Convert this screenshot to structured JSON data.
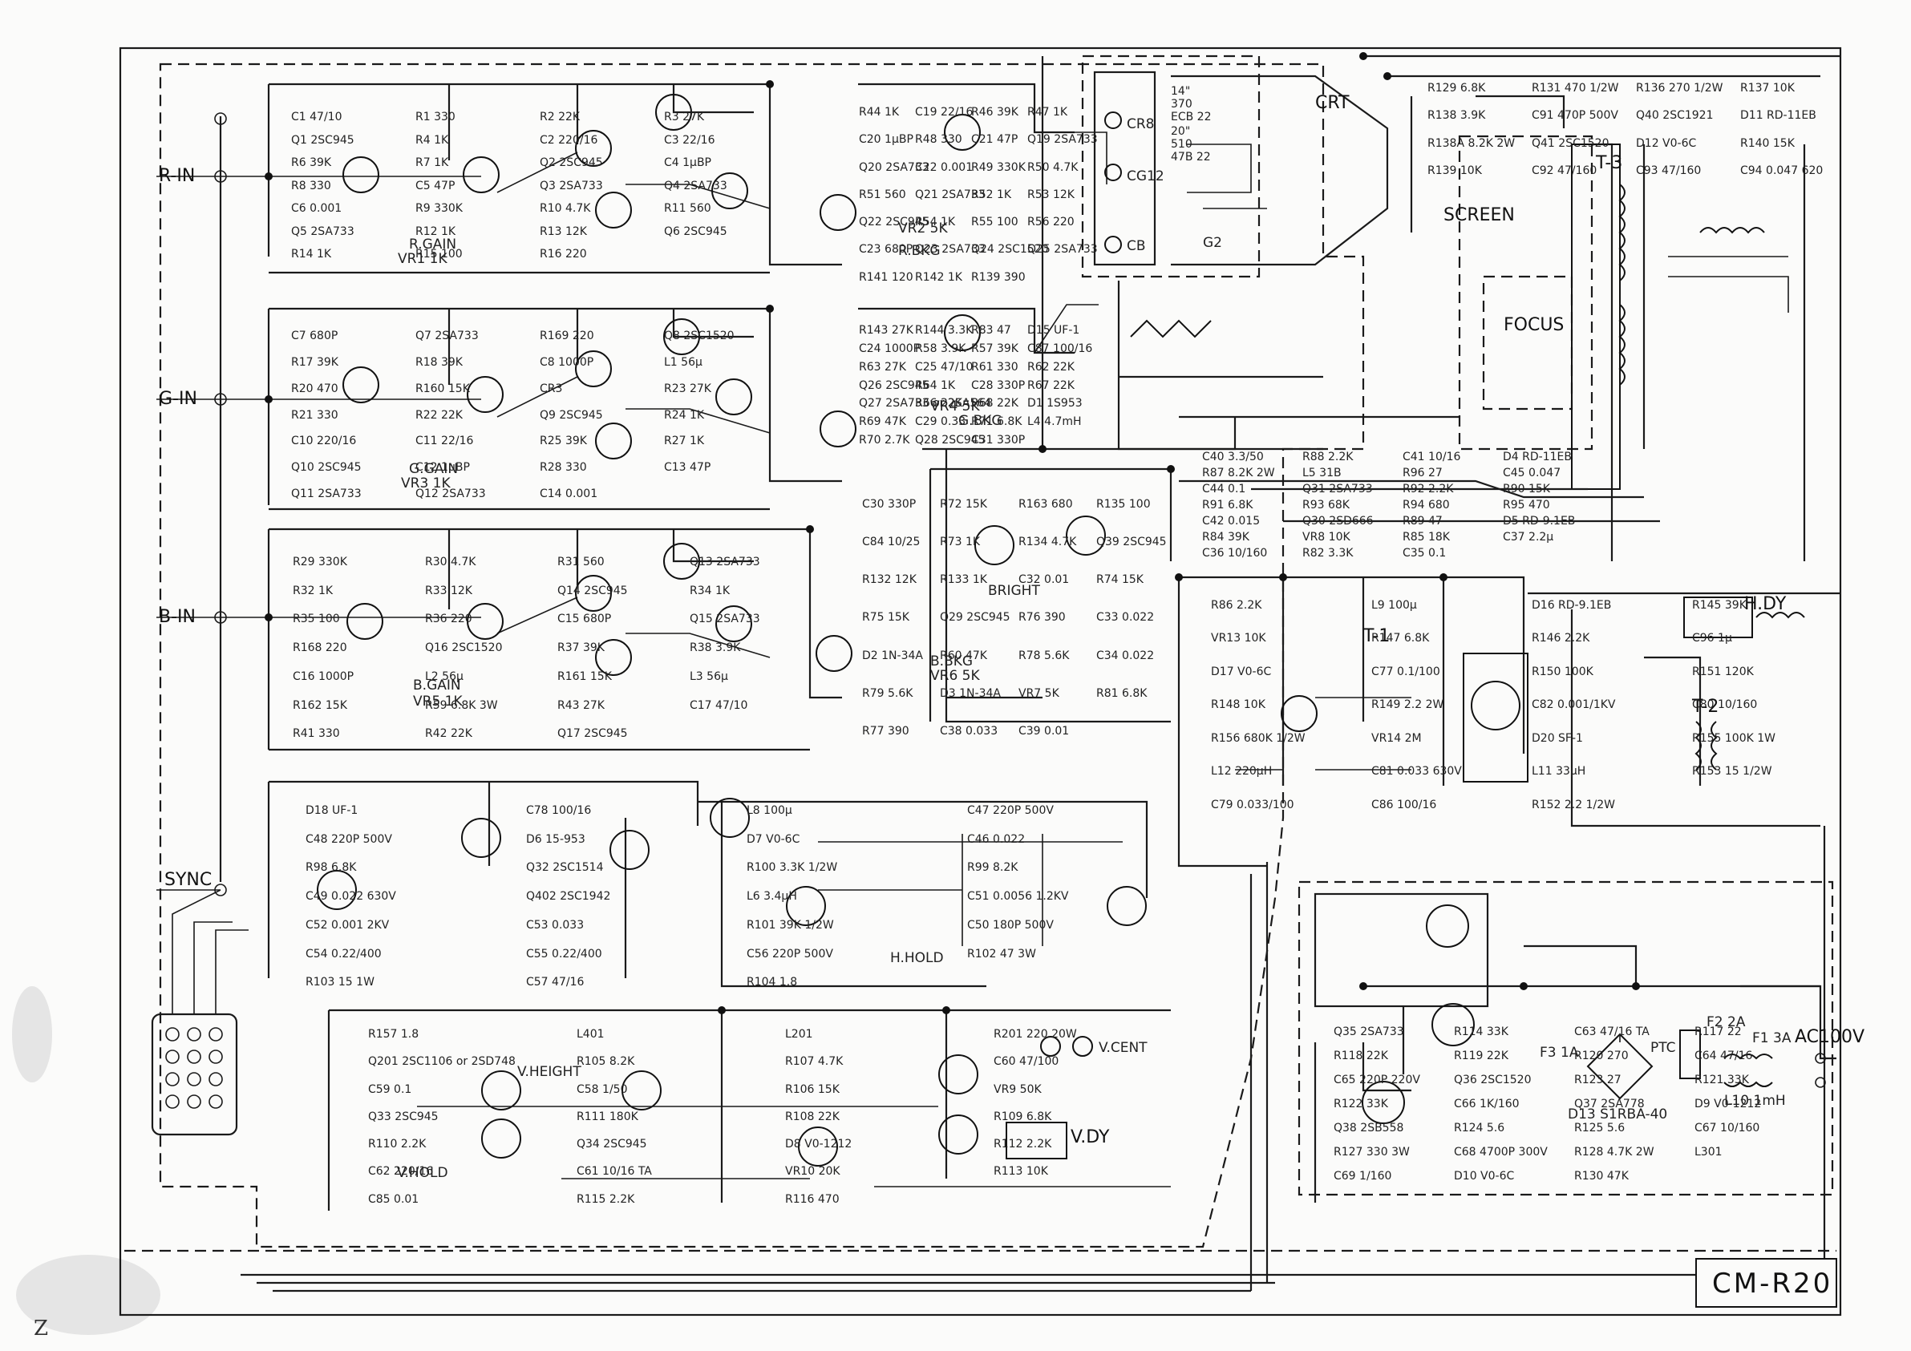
{
  "model": "CM-R20",
  "corner_mark": "Z",
  "inputs": [
    "R-IN",
    "G-IN",
    "B-IN",
    "SYNC"
  ],
  "sections": {
    "red": {
      "gain": "R.GAIN",
      "bias": "R.BKG",
      "gain_pot": "VR1 1K",
      "bias_pot": "VR2 5K"
    },
    "green": {
      "gain": "G.GAIN",
      "bias": "G.BKG",
      "gain_pot": "VR3 1K",
      "bias_pot": "VR4 5K"
    },
    "blue": {
      "gain": "B.GAIN",
      "bias": "B.BKG",
      "gain_pot": "VR5 1K",
      "bias_pot": "VR6 5K"
    },
    "bright": "BRIGHT",
    "h_hold": "H.HOLD",
    "v_height": "V.HEIGHT",
    "v_hold": "V.HOLD",
    "v_cent": "V.CENT",
    "focus": "FOCUS",
    "screen": "SCREEN"
  },
  "crt": {
    "label": "CRT",
    "pins": [
      "CR8",
      "CG12",
      "CB"
    ],
    "grid": "G2",
    "note_lines": [
      "14\"",
      "370",
      "ECB 22",
      "20\"",
      "510",
      "47B 22"
    ]
  },
  "transformers": [
    "T-3",
    "T-1",
    "T-2"
  ],
  "yokes": [
    "H.DY",
    "V.DY"
  ],
  "power": {
    "label": "AC100V",
    "ptc": "PTC",
    "fuse_main": "F1 3A",
    "fuse_2": "F2 2A",
    "fuse_3": "F3 1A",
    "bridge": "D13 S1RBA-40",
    "line_filter": "L10 1mH"
  },
  "components": [
    {
      "ref": "C1",
      "value": "47/10"
    },
    {
      "ref": "R1",
      "value": "330"
    },
    {
      "ref": "R2",
      "value": "22K"
    },
    {
      "ref": "R3",
      "value": "27K"
    },
    {
      "ref": "Q1",
      "value": "2SC945"
    },
    {
      "ref": "R4",
      "value": "1K"
    },
    {
      "ref": "C2",
      "value": "220/16"
    },
    {
      "ref": "C3",
      "value": "22/16"
    },
    {
      "ref": "R6",
      "value": "39K"
    },
    {
      "ref": "R7",
      "value": "1K"
    },
    {
      "ref": "Q2",
      "value": "2SC945"
    },
    {
      "ref": "C4",
      "value": "1μBP"
    },
    {
      "ref": "R8",
      "value": "330"
    },
    {
      "ref": "C5",
      "value": "47P"
    },
    {
      "ref": "Q3",
      "value": "2SA733"
    },
    {
      "ref": "Q4",
      "value": "2SA733"
    },
    {
      "ref": "C6",
      "value": "0.001"
    },
    {
      "ref": "R9",
      "value": "330K"
    },
    {
      "ref": "R10",
      "value": "4.7K"
    },
    {
      "ref": "R11",
      "value": "560"
    },
    {
      "ref": "Q5",
      "value": "2SA733"
    },
    {
      "ref": "R12",
      "value": "1K"
    },
    {
      "ref": "R13",
      "value": "12K"
    },
    {
      "ref": "Q6",
      "value": "2SC945"
    },
    {
      "ref": "R14",
      "value": "1K"
    },
    {
      "ref": "R15",
      "value": "100"
    },
    {
      "ref": "R16",
      "value": "220"
    },
    {
      "ref": "C7",
      "value": "680P"
    },
    {
      "ref": "Q7",
      "value": "2SA733"
    },
    {
      "ref": "R169",
      "value": "220"
    },
    {
      "ref": "Q8",
      "value": "2SC1520"
    },
    {
      "ref": "R17",
      "value": "39K"
    },
    {
      "ref": "R18",
      "value": "39K"
    },
    {
      "ref": "C8",
      "value": "1000P"
    },
    {
      "ref": "L1",
      "value": "56μ"
    },
    {
      "ref": "R20",
      "value": "470"
    },
    {
      "ref": "R160",
      "value": "15K"
    },
    {
      "ref": "CR3",
      "value": ""
    },
    {
      "ref": "R23",
      "value": "27K"
    },
    {
      "ref": "R21",
      "value": "330"
    },
    {
      "ref": "R22",
      "value": "22K"
    },
    {
      "ref": "Q9",
      "value": "2SC945"
    },
    {
      "ref": "R24",
      "value": "1K"
    },
    {
      "ref": "C10",
      "value": "220/16"
    },
    {
      "ref": "C11",
      "value": "22/16"
    },
    {
      "ref": "R25",
      "value": "39K"
    },
    {
      "ref": "R27",
      "value": "1K"
    },
    {
      "ref": "Q10",
      "value": "2SC945"
    },
    {
      "ref": "C12",
      "value": "1μBP"
    },
    {
      "ref": "R28",
      "value": "330"
    },
    {
      "ref": "C13",
      "value": "47P"
    },
    {
      "ref": "Q11",
      "value": "2SA733"
    },
    {
      "ref": "Q12",
      "value": "2SA733"
    },
    {
      "ref": "C14",
      "value": "0.001"
    },
    {
      "ref": "R29",
      "value": "330K"
    },
    {
      "ref": "R30",
      "value": "4.7K"
    },
    {
      "ref": "R31",
      "value": "560"
    },
    {
      "ref": "Q13",
      "value": "2SA733"
    },
    {
      "ref": "R32",
      "value": "1K"
    },
    {
      "ref": "R33",
      "value": "12K"
    },
    {
      "ref": "Q14",
      "value": "2SC945"
    },
    {
      "ref": "R34",
      "value": "1K"
    },
    {
      "ref": "R35",
      "value": "100"
    },
    {
      "ref": "R36",
      "value": "220"
    },
    {
      "ref": "C15",
      "value": "680P"
    },
    {
      "ref": "Q15",
      "value": "2SA733"
    },
    {
      "ref": "R168",
      "value": "220"
    },
    {
      "ref": "Q16",
      "value": "2SC1520"
    },
    {
      "ref": "R37",
      "value": "39K"
    },
    {
      "ref": "R38",
      "value": "3.9K"
    },
    {
      "ref": "C16",
      "value": "1000P"
    },
    {
      "ref": "L2",
      "value": "56μ"
    },
    {
      "ref": "R161",
      "value": "15K"
    },
    {
      "ref": "L3",
      "value": "56μ"
    },
    {
      "ref": "R162",
      "value": "15K"
    },
    {
      "ref": "R59",
      "value": "6.8K 3W"
    },
    {
      "ref": "R43",
      "value": "27K"
    },
    {
      "ref": "C17",
      "value": "47/10"
    },
    {
      "ref": "R41",
      "value": "330"
    },
    {
      "ref": "R42",
      "value": "22K"
    },
    {
      "ref": "Q17",
      "value": "2SC945"
    },
    {
      "ref": "R44",
      "value": "1K"
    },
    {
      "ref": "C19",
      "value": "22/16"
    },
    {
      "ref": "R46",
      "value": "39K"
    },
    {
      "ref": "R47",
      "value": "1K"
    },
    {
      "ref": "C20",
      "value": "1μBP"
    },
    {
      "ref": "R48",
      "value": "330"
    },
    {
      "ref": "C21",
      "value": "47P"
    },
    {
      "ref": "Q19",
      "value": "2SA733"
    },
    {
      "ref": "Q20",
      "value": "2SA733"
    },
    {
      "ref": "C22",
      "value": "0.001"
    },
    {
      "ref": "R49",
      "value": "330K"
    },
    {
      "ref": "R50",
      "value": "4.7K"
    },
    {
      "ref": "R51",
      "value": "560"
    },
    {
      "ref": "Q21",
      "value": "2SA733"
    },
    {
      "ref": "R52",
      "value": "1K"
    },
    {
      "ref": "R53",
      "value": "12K"
    },
    {
      "ref": "Q22",
      "value": "2SC945"
    },
    {
      "ref": "R54",
      "value": "1K"
    },
    {
      "ref": "R55",
      "value": "100"
    },
    {
      "ref": "R56",
      "value": "220"
    },
    {
      "ref": "C23",
      "value": "680P"
    },
    {
      "ref": "Q23",
      "value": "2SA733"
    },
    {
      "ref": "Q24",
      "value": "2SC1520"
    },
    {
      "ref": "Q25",
      "value": "2SA733"
    },
    {
      "ref": "R141",
      "value": "120"
    },
    {
      "ref": "R142",
      "value": "1K"
    },
    {
      "ref": "R139",
      "value": "390"
    },
    {
      "ref": "R143",
      "value": "27K"
    },
    {
      "ref": "R144",
      "value": "3.3K"
    },
    {
      "ref": "R83",
      "value": "47"
    },
    {
      "ref": "D15",
      "value": "UF-1"
    },
    {
      "ref": "C24",
      "value": "1000P"
    },
    {
      "ref": "R58",
      "value": "3.9K"
    },
    {
      "ref": "R57",
      "value": "39K"
    },
    {
      "ref": "C87",
      "value": "100/16"
    },
    {
      "ref": "R63",
      "value": "27K"
    },
    {
      "ref": "C25",
      "value": "47/10"
    },
    {
      "ref": "R61",
      "value": "330"
    },
    {
      "ref": "R62",
      "value": "22K"
    },
    {
      "ref": "Q26",
      "value": "2SC945"
    },
    {
      "ref": "R64",
      "value": "1K"
    },
    {
      "ref": "C28",
      "value": "330P"
    },
    {
      "ref": "R67",
      "value": "22K"
    },
    {
      "ref": "Q27",
      "value": "2SA733 or 2SA564"
    },
    {
      "ref": "R66",
      "value": "22K"
    },
    {
      "ref": "R68",
      "value": "22K"
    },
    {
      "ref": "D1",
      "value": "1S953"
    },
    {
      "ref": "R69",
      "value": "47K"
    },
    {
      "ref": "C29",
      "value": "0.33"
    },
    {
      "ref": "R71",
      "value": "6.8K"
    },
    {
      "ref": "L4",
      "value": "4.7mH"
    },
    {
      "ref": "R70",
      "value": "2.7K"
    },
    {
      "ref": "Q28",
      "value": "2SC945"
    },
    {
      "ref": "C31",
      "value": "330P"
    },
    {
      "ref": "C30",
      "value": "330P"
    },
    {
      "ref": "R72",
      "value": "15K"
    },
    {
      "ref": "R163",
      "value": "680"
    },
    {
      "ref": "R135",
      "value": "100"
    },
    {
      "ref": "C84",
      "value": "10/25"
    },
    {
      "ref": "R73",
      "value": "1K"
    },
    {
      "ref": "R134",
      "value": "4.7K"
    },
    {
      "ref": "Q39",
      "value": "2SC945"
    },
    {
      "ref": "R132",
      "value": "12K"
    },
    {
      "ref": "R133",
      "value": "1K"
    },
    {
      "ref": "C32",
      "value": "0.01"
    },
    {
      "ref": "R74",
      "value": "15K"
    },
    {
      "ref": "R75",
      "value": "15K"
    },
    {
      "ref": "Q29",
      "value": "2SC945"
    },
    {
      "ref": "R76",
      "value": "390"
    },
    {
      "ref": "C33",
      "value": "0.022"
    },
    {
      "ref": "D2",
      "value": "1N-34A"
    },
    {
      "ref": "R60",
      "value": "47K"
    },
    {
      "ref": "R78",
      "value": "5.6K"
    },
    {
      "ref": "C34",
      "value": "0.022"
    },
    {
      "ref": "R79",
      "value": "5.6K"
    },
    {
      "ref": "D3",
      "value": "1N-34A"
    },
    {
      "ref": "VR7",
      "value": "5K"
    },
    {
      "ref": "R81",
      "value": "6.8K"
    },
    {
      "ref": "R77",
      "value": "390"
    },
    {
      "ref": "C38",
      "value": "0.033"
    },
    {
      "ref": "C39",
      "value": "0.01"
    },
    {
      "ref": "C40",
      "value": "3.3/50"
    },
    {
      "ref": "R88",
      "value": "2.2K"
    },
    {
      "ref": "C41",
      "value": "10/16"
    },
    {
      "ref": "D4",
      "value": "RD-11EB"
    },
    {
      "ref": "R87",
      "value": "8.2K 2W"
    },
    {
      "ref": "L5",
      "value": "31B"
    },
    {
      "ref": "R96",
      "value": "27"
    },
    {
      "ref": "C45",
      "value": "0.047"
    },
    {
      "ref": "C44",
      "value": "0.1"
    },
    {
      "ref": "Q31",
      "value": "2SA733"
    },
    {
      "ref": "R92",
      "value": "2.2K"
    },
    {
      "ref": "R90",
      "value": "15K"
    },
    {
      "ref": "R91",
      "value": "6.8K"
    },
    {
      "ref": "R93",
      "value": "68K"
    },
    {
      "ref": "R94",
      "value": "680"
    },
    {
      "ref": "R95",
      "value": "470"
    },
    {
      "ref": "C42",
      "value": "0.015"
    },
    {
      "ref": "Q30",
      "value": "2SD666"
    },
    {
      "ref": "R89",
      "value": "47"
    },
    {
      "ref": "D5",
      "value": "RD-9.1EB"
    },
    {
      "ref": "R84",
      "value": "39K"
    },
    {
      "ref": "VR8",
      "value": "10K"
    },
    {
      "ref": "R85",
      "value": "18K"
    },
    {
      "ref": "C37",
      "value": "2.2μ"
    },
    {
      "ref": "C36",
      "value": "10/160"
    },
    {
      "ref": "R82",
      "value": "3.3K"
    },
    {
      "ref": "C35",
      "value": "0.1"
    },
    {
      "ref": "R86",
      "value": "2.2K"
    },
    {
      "ref": "L9",
      "value": "100μ"
    },
    {
      "ref": "D16",
      "value": "RD-9.1EB"
    },
    {
      "ref": "R145",
      "value": "39K"
    },
    {
      "ref": "VR13",
      "value": "10K"
    },
    {
      "ref": "R147",
      "value": "6.8K"
    },
    {
      "ref": "R146",
      "value": "2.2K"
    },
    {
      "ref": "C96",
      "value": "1μ"
    },
    {
      "ref": "D17",
      "value": "V0-6C"
    },
    {
      "ref": "C77",
      "value": "0.1/100"
    },
    {
      "ref": "R150",
      "value": "100K"
    },
    {
      "ref": "R151",
      "value": "120K"
    },
    {
      "ref": "R148",
      "value": "10K"
    },
    {
      "ref": "R149",
      "value": "2.2 2W"
    },
    {
      "ref": "C82",
      "value": "0.001/1KV"
    },
    {
      "ref": "C80",
      "value": "10/160"
    },
    {
      "ref": "R156",
      "value": "680K 1/2W"
    },
    {
      "ref": "VR14",
      "value": "2M"
    },
    {
      "ref": "D20",
      "value": "SF-1"
    },
    {
      "ref": "R155",
      "value": "100K 1W"
    },
    {
      "ref": "L12",
      "value": "220μH"
    },
    {
      "ref": "C81",
      "value": "0.033 630V"
    },
    {
      "ref": "L11",
      "value": "33μH"
    },
    {
      "ref": "R153",
      "value": "15 1/2W"
    },
    {
      "ref": "C79",
      "value": "0.033/100"
    },
    {
      "ref": "C86",
      "value": "100/16"
    },
    {
      "ref": "R152",
      "value": "2.2 1/2W"
    },
    {
      "ref": "D18",
      "value": "UF-1"
    },
    {
      "ref": "C78",
      "value": "100/16"
    },
    {
      "ref": "L8",
      "value": "100μ"
    },
    {
      "ref": "C47",
      "value": "220P 500V"
    },
    {
      "ref": "C48",
      "value": "220P 500V"
    },
    {
      "ref": "D6",
      "value": "15-953"
    },
    {
      "ref": "D7",
      "value": "V0-6C"
    },
    {
      "ref": "C46",
      "value": "0.022"
    },
    {
      "ref": "R98",
      "value": "6.8K"
    },
    {
      "ref": "Q32",
      "value": "2SC1514"
    },
    {
      "ref": "R100",
      "value": "3.3K 1/2W"
    },
    {
      "ref": "R99",
      "value": "8.2K"
    },
    {
      "ref": "C49",
      "value": "0.022 630V"
    },
    {
      "ref": "Q402",
      "value": "2SC1942"
    },
    {
      "ref": "L6",
      "value": "3.4μH"
    },
    {
      "ref": "C51",
      "value": "0.0056 1.2KV"
    },
    {
      "ref": "C52",
      "value": "0.001 2KV"
    },
    {
      "ref": "C53",
      "value": "0.033"
    },
    {
      "ref": "R101",
      "value": "39K 1/2W"
    },
    {
      "ref": "C50",
      "value": "180P 500V"
    },
    {
      "ref": "C54",
      "value": "0.22/400"
    },
    {
      "ref": "C55",
      "value": "0.22/400"
    },
    {
      "ref": "C56",
      "value": "220P 500V"
    },
    {
      "ref": "R102",
      "value": "47 3W"
    },
    {
      "ref": "R103",
      "value": "15 1W"
    },
    {
      "ref": "C57",
      "value": "47/16"
    },
    {
      "ref": "R104",
      "value": "1.8"
    },
    {
      "ref": "R157",
      "value": "1.8"
    },
    {
      "ref": "L401",
      "value": ""
    },
    {
      "ref": "L201",
      "value": ""
    },
    {
      "ref": "R201",
      "value": "220 20W"
    },
    {
      "ref": "Q201",
      "value": "2SC1106 or 2SD748"
    },
    {
      "ref": "R105",
      "value": "8.2K"
    },
    {
      "ref": "R107",
      "value": "4.7K"
    },
    {
      "ref": "C60",
      "value": "47/100"
    },
    {
      "ref": "C59",
      "value": "0.1"
    },
    {
      "ref": "C58",
      "value": "1/50"
    },
    {
      "ref": "R106",
      "value": "15K"
    },
    {
      "ref": "VR9",
      "value": "50K"
    },
    {
      "ref": "Q33",
      "value": "2SC945"
    },
    {
      "ref": "R111",
      "value": "180K"
    },
    {
      "ref": "R108",
      "value": "22K"
    },
    {
      "ref": "R109",
      "value": "6.8K"
    },
    {
      "ref": "R110",
      "value": "2.2K"
    },
    {
      "ref": "Q34",
      "value": "2SC945"
    },
    {
      "ref": "D8",
      "value": "V0-1212"
    },
    {
      "ref": "R112",
      "value": "2.2K"
    },
    {
      "ref": "C62",
      "value": "220/16"
    },
    {
      "ref": "C61",
      "value": "10/16 TA"
    },
    {
      "ref": "VR10",
      "value": "20K"
    },
    {
      "ref": "R113",
      "value": "10K"
    },
    {
      "ref": "C85",
      "value": "0.01"
    },
    {
      "ref": "R115",
      "value": "2.2K"
    },
    {
      "ref": "R116",
      "value": "470"
    },
    {
      "ref": "Q35",
      "value": "2SA733"
    },
    {
      "ref": "R114",
      "value": "33K"
    },
    {
      "ref": "C63",
      "value": "47/16 TA"
    },
    {
      "ref": "R117",
      "value": "22"
    },
    {
      "ref": "R118",
      "value": "22K"
    },
    {
      "ref": "R119",
      "value": "22K"
    },
    {
      "ref": "R120",
      "value": "270"
    },
    {
      "ref": "C64",
      "value": "47/16"
    },
    {
      "ref": "C65",
      "value": "220P 220V"
    },
    {
      "ref": "Q36",
      "value": "2SC1520"
    },
    {
      "ref": "R123",
      "value": "27"
    },
    {
      "ref": "R121",
      "value": "33K"
    },
    {
      "ref": "R122",
      "value": "33K"
    },
    {
      "ref": "C66",
      "value": "1K/160"
    },
    {
      "ref": "Q37",
      "value": "2SA778"
    },
    {
      "ref": "D9",
      "value": "V0-1212"
    },
    {
      "ref": "Q38",
      "value": "2SB558"
    },
    {
      "ref": "R124",
      "value": "5.6"
    },
    {
      "ref": "R125",
      "value": "5.6"
    },
    {
      "ref": "C67",
      "value": "10/160"
    },
    {
      "ref": "R127",
      "value": "330 3W"
    },
    {
      "ref": "C68",
      "value": "4700P 300V"
    },
    {
      "ref": "R128",
      "value": "4.7K 2W"
    },
    {
      "ref": "L301",
      "value": ""
    },
    {
      "ref": "C69",
      "value": "1/160"
    },
    {
      "ref": "D10",
      "value": "V0-6C"
    },
    {
      "ref": "R130",
      "value": "47K"
    },
    {
      "ref": "R129",
      "value": "6.8K"
    },
    {
      "ref": "R131",
      "value": "470 1/2W"
    },
    {
      "ref": "R136",
      "value": "270 1/2W"
    },
    {
      "ref": "R137",
      "value": "10K"
    },
    {
      "ref": "R138",
      "value": "3.9K"
    },
    {
      "ref": "C91",
      "value": "470P 500V"
    },
    {
      "ref": "Q40",
      "value": "2SC1921"
    },
    {
      "ref": "D11",
      "value": "RD-11EB"
    },
    {
      "ref": "R138A",
      "value": "8.2K 2W"
    },
    {
      "ref": "Q41",
      "value": "2SC1520"
    },
    {
      "ref": "D12",
      "value": "V0-6C"
    },
    {
      "ref": "R140",
      "value": "15K"
    },
    {
      "ref": "R139",
      "value": "10K"
    },
    {
      "ref": "C92",
      "value": "47/160"
    },
    {
      "ref": "C93",
      "value": "47/160"
    },
    {
      "ref": "C94",
      "value": "0.047 620"
    }
  ]
}
